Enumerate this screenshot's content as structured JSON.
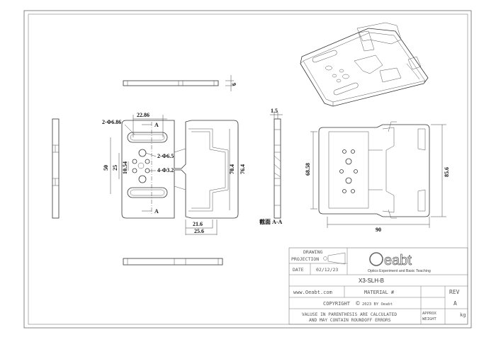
{
  "drawing": {
    "dims": {
      "hole_dia_2x": "2-Φ6.86",
      "slot_pitch": "22.86",
      "section_a_top": "A",
      "section_a_bottom": "A",
      "height_50": "50",
      "height_25": "25",
      "height_10_54": "10.54",
      "hole_2x_6_5": "2-Φ6.5",
      "hole_4x_3_2": "4-Φ3.2",
      "width_70_4": "70.4",
      "width_76_4": "76.4",
      "length_21_6": "21.6",
      "length_25_6": "25.6",
      "thickness_6": "6",
      "thickness_1_5": "1.5",
      "section_label": "截面 A-A",
      "height_68_58": "68.58",
      "height_85_6": "85.6",
      "width_90": "90"
    }
  },
  "title_block": {
    "drawing_label": "DRAWING",
    "projection_label": "PROJECTION",
    "date_label": "DATE",
    "date_value": "02/12/23",
    "logo_text": "Oeabt",
    "logo_subtitle": "Optics Experiment and Basic Teaching",
    "part_number": "X3-SLH-B",
    "website": "www.Oeabt.com",
    "material": "MATERIAL #",
    "rev_label": "REV",
    "rev_value": "A",
    "copyright": "COPYRIGHT",
    "copyright_year": "2023 BY Oeabt",
    "note_line1": "VALUSE IN PARENTHESIS ARE CALCULATED",
    "note_line2": "AND MAY CONTAIN ROUNDOFF ERRORS",
    "approx": "APPROX",
    "weight": "WEIGHT",
    "weight_unit": "kg"
  }
}
